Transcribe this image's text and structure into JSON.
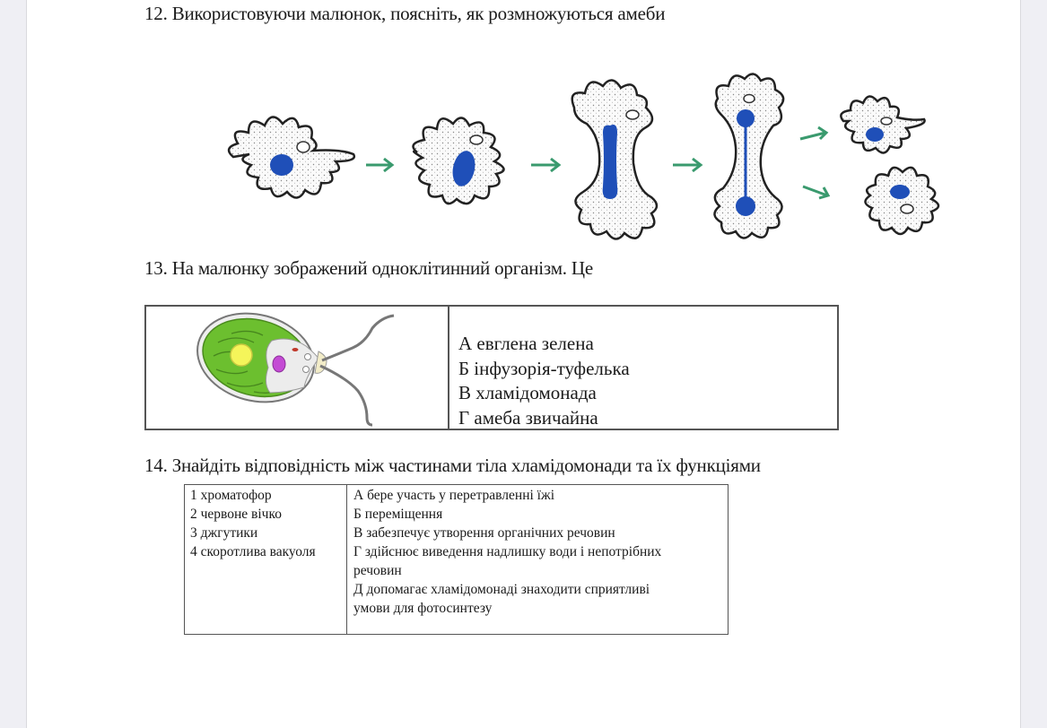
{
  "questions": {
    "q12": {
      "text": "12. Використовуючи малюнок, поясніть, як розмножуються амеби",
      "figure_stages": [
        "amoeba-interphase",
        "amoeba-nucleus-elongating",
        "amoeba-nucleus-dividing",
        "amoeba-cytoplasm-constricting",
        "two-daughter-amoebae"
      ]
    },
    "q13": {
      "text": "13. На малюнку зображений одноклітинний організм. Це",
      "options": [
        "А евглена зелена",
        "Б інфузорія-туфелька",
        "В хламідомонада",
        "Г амеба звичайна"
      ]
    },
    "q14": {
      "text": "14.  Знайдіть відповідність між частинами тіла хламідомонади та їх функціями",
      "parts": [
        "1 хроматофор",
        "2 червоне вічко",
        "3 джгутики",
        "4 скоротлива вакуоля"
      ],
      "functions": [
        [
          "А бере участь у перетравленні їжі"
        ],
        [
          "Б переміщення"
        ],
        [
          "В забезпечує утворення органічних речовин"
        ],
        [
          "Г здійснює виведення надлишку води і непотрібних",
          "речовин"
        ],
        [
          "Д допомагає хламідомонаді знаходити сприятливі",
          "умови для фотосинтезу"
        ]
      ]
    }
  },
  "colors": {
    "arrow": "#3a9a6e",
    "nucleus": "#1f4fb8",
    "chloroplast": "#6cbf2f",
    "stigma": "#c0392b"
  }
}
